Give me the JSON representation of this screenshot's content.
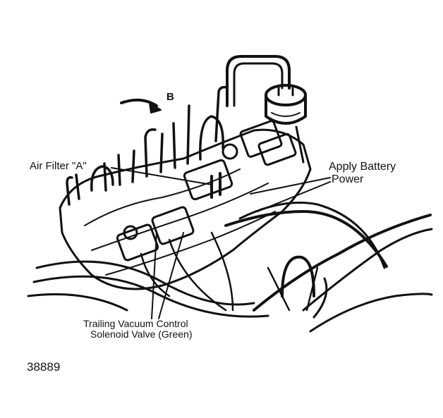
{
  "callouts": {
    "arrow_label": "B",
    "air_filter": "Air Filter \"A\"",
    "battery_line1": "Apply Battery",
    "battery_line2": "Power",
    "solenoid_line1": "Trailing Vacuum Control",
    "solenoid_line2": "Solenoid Valve (Green)"
  },
  "figure_number": "38889",
  "colors": {
    "ink": "#111111",
    "paper": "#ffffff"
  }
}
